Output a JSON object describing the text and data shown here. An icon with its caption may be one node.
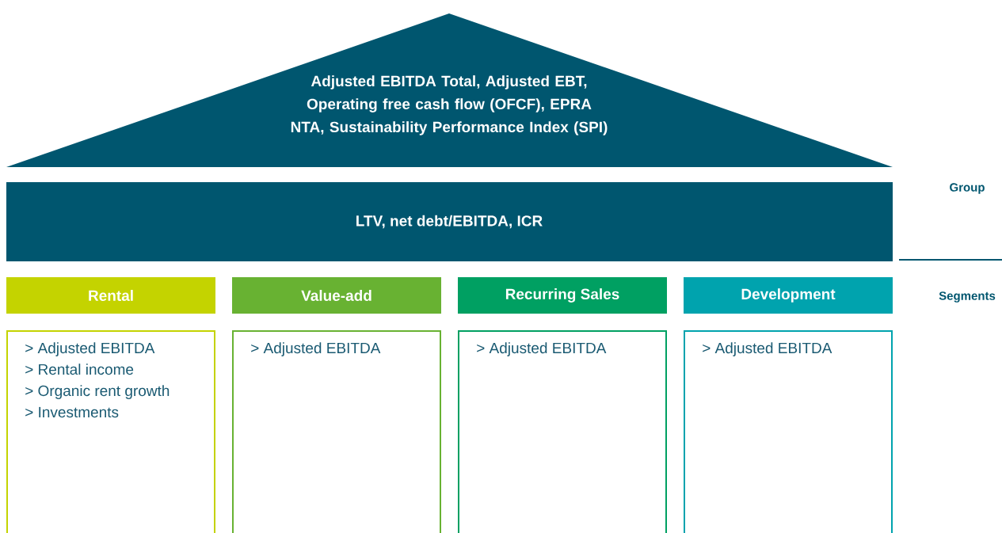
{
  "diagram": {
    "nodes": [
      {
        "text": [
          "Adjusted EBITDA Total, Adjusted EBT, Operating free cash flow (OFCF), EPRA NTA, Sustainability Performance Index (SPI)"
        ]
      },
      {
        "text": [
          "LTV, net debt/EBITDA, ICR"
        ]
      },
      {
        "text": [
          "Rental"
        ]
      },
      {
        "text": [
          "Value-add"
        ]
      },
      {
        "text": [
          "Recurring Sales"
        ]
      },
      {
        "text": [
          "Development"
        ]
      },
      {
        "text": [
          "> Adjusted EBITDA",
          "> Rental income",
          "> Organic rent growth",
          "> Investments"
        ]
      },
      {
        "text": [
          ">  Adjusted EBITDA"
        ]
      },
      {
        "text": [
          ">  Adjusted EBITDA"
        ]
      },
      {
        "text": [
          ">  Adjusted EBITDA"
        ]
      }
    ],
    "labels": [
      "Group",
      "Segments"
    ]
  }
}
